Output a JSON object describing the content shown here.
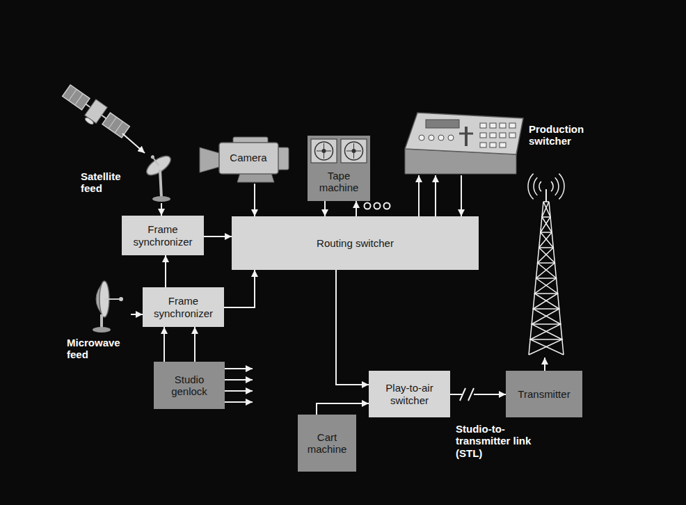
{
  "diagram": {
    "nodes": [
      {
        "text": [
          "Satellite feed"
        ]
      },
      {
        "text": [
          "Camera"
        ]
      },
      {
        "text": [
          "Tape machine"
        ]
      },
      {
        "text": [
          "Production switcher"
        ]
      },
      {
        "text": [
          "Frame synchronizer"
        ]
      },
      {
        "text": [
          "Routing switcher"
        ]
      },
      {
        "text": [
          "Microwave feed"
        ]
      },
      {
        "text": [
          "Frame synchronizer"
        ]
      },
      {
        "text": [
          "Studio genlock"
        ]
      },
      {
        "text": [
          "Play-to-air switcher"
        ]
      },
      {
        "text": [
          "Transmitter"
        ]
      },
      {
        "text": [
          "Cart machine"
        ]
      }
    ],
    "edges": [
      {
        "from": 0,
        "to": 4,
        "arrow": "to"
      },
      {
        "from": 1,
        "to": 5,
        "arrow": "to"
      },
      {
        "from": 2,
        "to": 5,
        "arrow": "to"
      },
      {
        "from": 5,
        "to": 2,
        "arrow": "to"
      },
      {
        "from": 5,
        "to": 3,
        "arrow": "to"
      },
      {
        "from": 5,
        "to": 3,
        "arrow": "to"
      },
      {
        "from": 3,
        "to": 5,
        "arrow": "to"
      },
      {
        "from": 4,
        "to": 5,
        "arrow": "to"
      },
      {
        "from": 6,
        "to": 7,
        "arrow": "to"
      },
      {
        "from": 7,
        "to": 4,
        "arrow": "to"
      },
      {
        "from": 7,
        "to": 5,
        "arrow": "to"
      },
      {
        "from": 8,
        "to": 7,
        "arrow": "to"
      },
      {
        "from": 8,
        "to": 7,
        "arrow": "to"
      },
      {
        "from": 5,
        "to": 9,
        "arrow": "to"
      },
      {
        "from": 11,
        "to": 9,
        "arrow": "to"
      },
      {
        "from": 9,
        "to": 10,
        "label": "Studio-to-transmitter link (STL)",
        "arrow": "to"
      }
    ]
  }
}
